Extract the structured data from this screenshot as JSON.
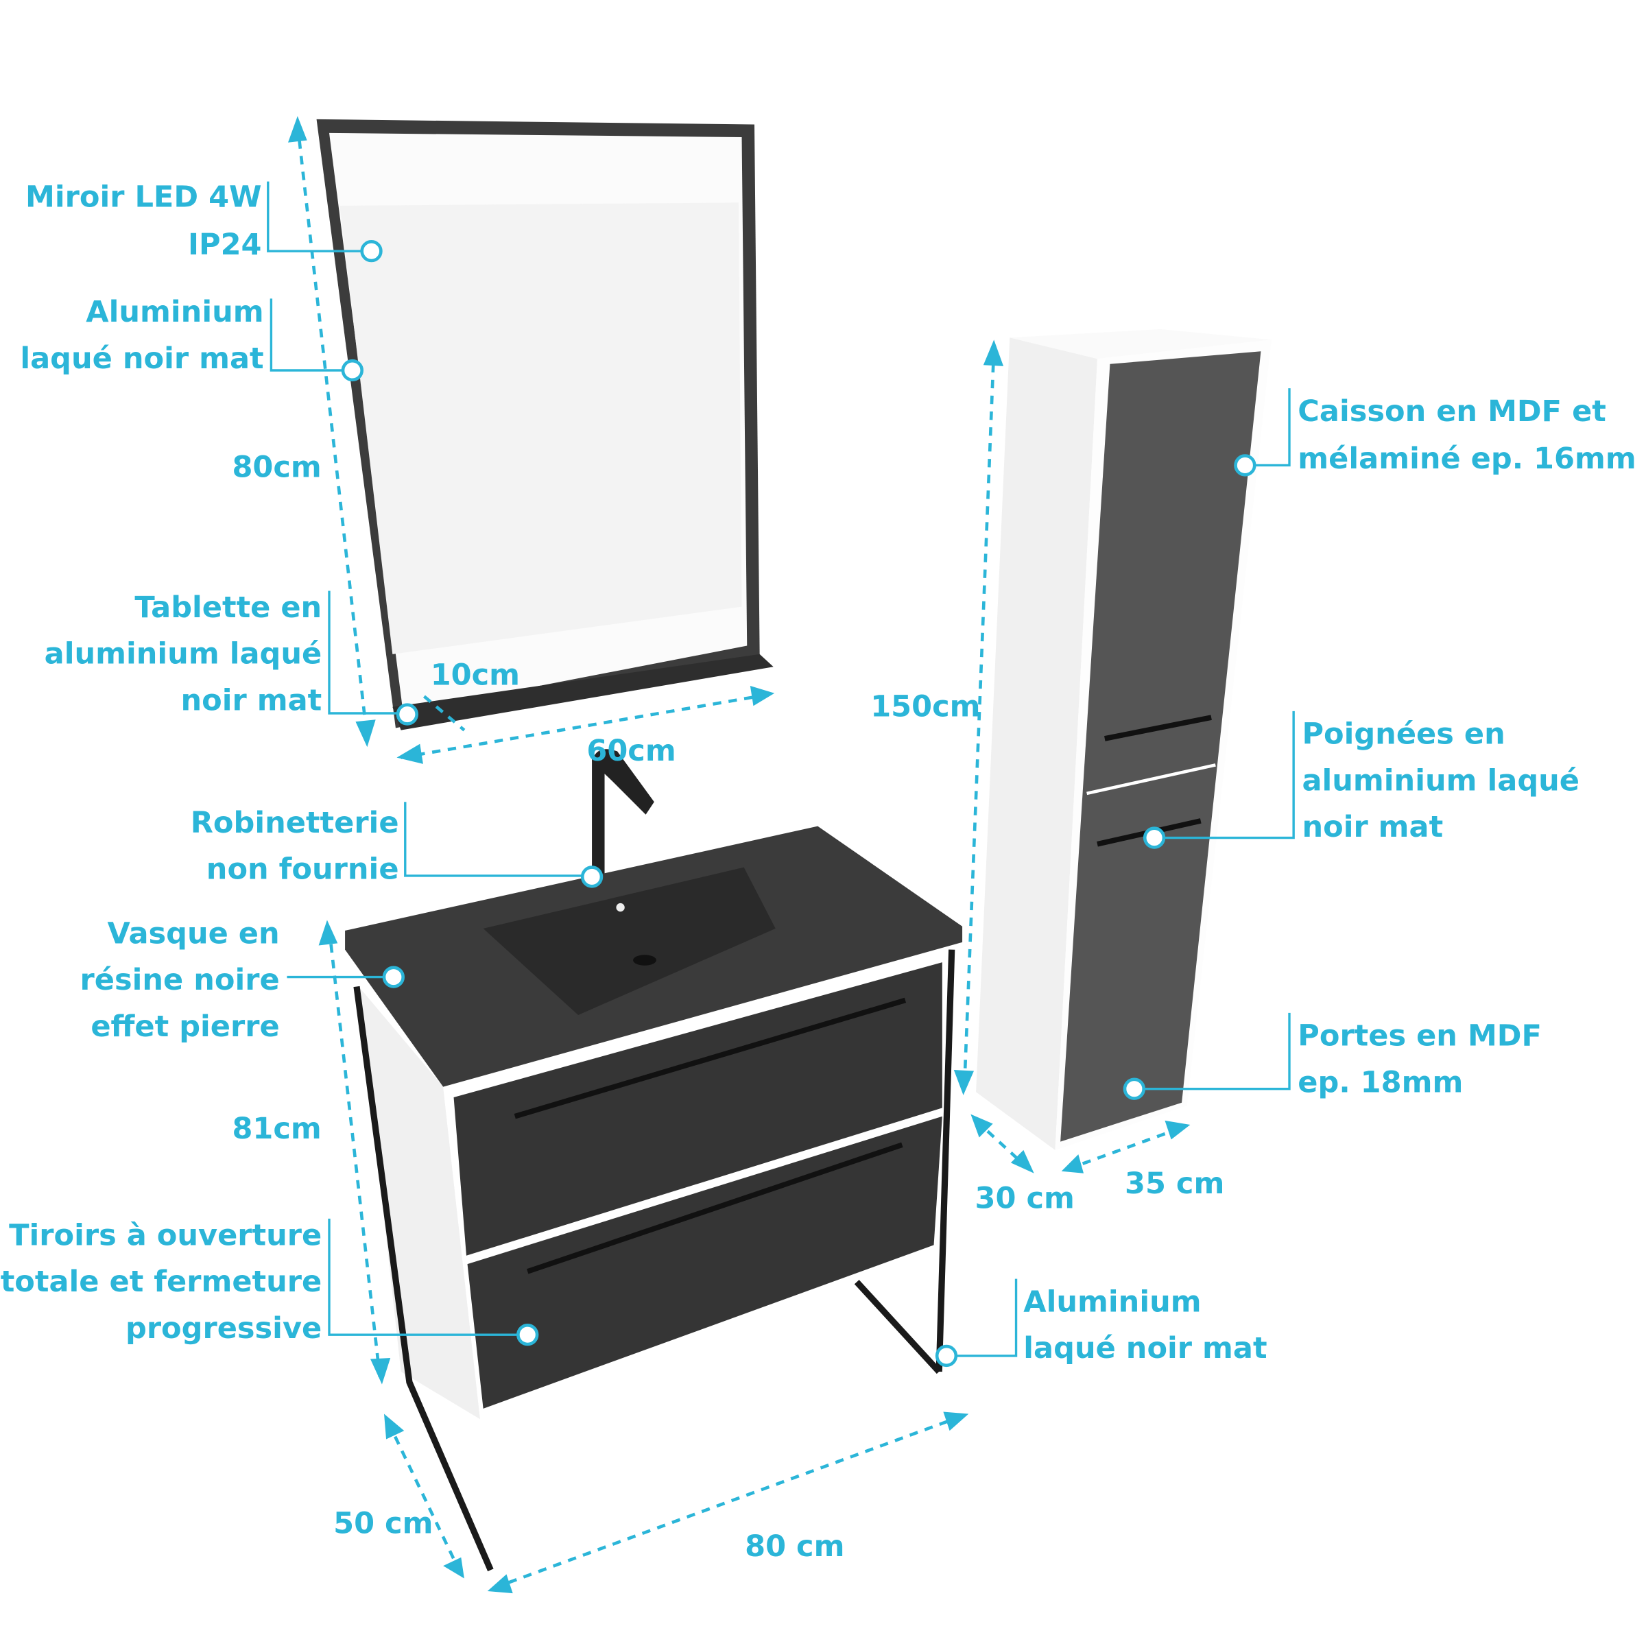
{
  "colors": {
    "accent": "#2bb5d8",
    "furniture_dark": "#3a3a3a",
    "furniture_white": "#f2f2f2"
  },
  "annotations": {
    "mirror": [
      "Miroir LED 4W",
      "IP24"
    ],
    "mirror_frame": [
      "Aluminium",
      "laqué noir mat"
    ],
    "shelf": [
      "Tablette en",
      "aluminium laqué",
      "noir mat"
    ],
    "faucet": [
      "Robinetterie",
      "non fournie"
    ],
    "basin": [
      "Vasque en",
      "résine noire",
      "effet pierre"
    ],
    "drawers": [
      "Tiroirs à ouverture",
      "totale et fermeture",
      "progressive"
    ],
    "column_body": [
      "Caisson en MDF et",
      "mélaminé ep. 16mm"
    ],
    "handles": [
      "Poignées en",
      "aluminium laqué",
      "noir mat"
    ],
    "doors": [
      "Portes en MDF",
      "ep. 18mm"
    ],
    "legs": [
      "Aluminium",
      "laqué noir mat"
    ]
  },
  "dimensions": {
    "mirror_height": "80cm",
    "shelf_depth": "10cm",
    "mirror_width": "60cm",
    "vanity_height": "81cm",
    "vanity_depth": "50 cm",
    "vanity_width": "80 cm",
    "column_height": "150cm",
    "column_depth": "30 cm",
    "column_width": "35 cm"
  }
}
